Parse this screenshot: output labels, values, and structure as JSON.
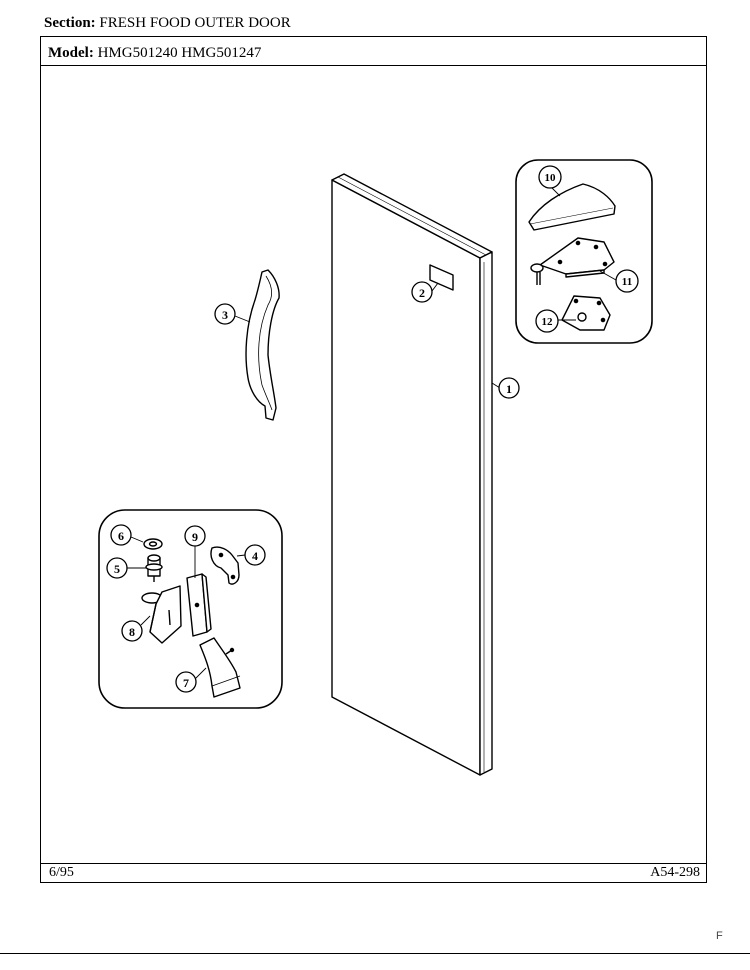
{
  "header": {
    "section_label": "Section:",
    "section_value": "FRESH FOOD OUTER DOOR",
    "model_label": "Model:",
    "model_value": "HMG501240  HMG501247"
  },
  "footer": {
    "date": "6/95",
    "code": "A54-298"
  },
  "page_mark": "F",
  "callouts": {
    "c1": "1",
    "c2": "2",
    "c3": "3",
    "c4": "4",
    "c5": "5",
    "c6": "6",
    "c7": "7",
    "c8": "8",
    "c9": "9",
    "c10": "10",
    "c11": "11",
    "c12": "12"
  }
}
